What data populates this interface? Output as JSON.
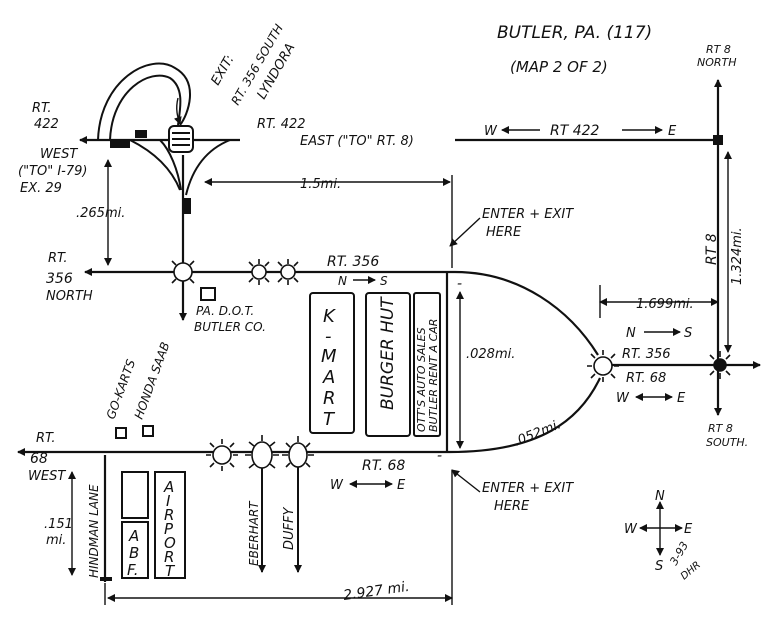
{
  "header": {
    "title": "BUTLER, PA. (117)",
    "subtitle": "(MAP 2 OF 2)"
  },
  "roads": {
    "rt422_west_1": "RT.",
    "rt422_west_2": "422",
    "rt422_west_3": "WEST",
    "rt422_west_4": "(\"TO\" I-79)",
    "rt422_west_5": "EX. 29",
    "rt422_east": "RT. 422",
    "rt422_east_to": "EAST (\"TO\" RT. 8)",
    "rt422_right": "RT 422",
    "rt422_w": "W",
    "rt422_e": "E",
    "exit_1": "EXIT:",
    "exit_2": "RT. 356 SOUTH",
    "exit_3": "LYNDORA",
    "rt8_north_1": "RT 8",
    "rt8_north_2": "NORTH",
    "rt8_south_1": "RT 8",
    "rt8_south_2": "SOUTH.",
    "rt8_mid": "RT 8",
    "rt356_north_1": "RT.",
    "rt356_north_2": "356",
    "rt356_north_3": "NORTH",
    "rt356_mid": "RT. 356",
    "rt356_n": "N",
    "rt356_s": "S",
    "rt356_right": "RT. 356",
    "rt356_right_n": "N",
    "rt356_right_s": "S",
    "rt68_right": "RT. 68",
    "rt68_right_w": "W",
    "rt68_right_e": "E",
    "rt68_west_1": "RT.",
    "rt68_west_2": "68",
    "rt68_west_3": "WEST",
    "rt68_mid": "RT. 68",
    "rt68_w": "W",
    "rt68_e": "E",
    "hindman": "HINDMAN LANE",
    "eberhart": "EBERHART",
    "duffy": "DUFFY"
  },
  "distances": {
    "d_265": ".265mi.",
    "d_15": "1.5mi.",
    "d_1324": "1.324mi.",
    "d_1699": "1.699mi.",
    "d_028": ".028mi.",
    "d_052": ".052mi.",
    "d_151a": ".151",
    "d_151b": "mi.",
    "d_2927": "2.927 mi."
  },
  "places": {
    "padot_1": "PA. D.O.T.",
    "padot_2": "BUTLER CO.",
    "kmart": [
      "K",
      "-",
      "M",
      "A",
      "R",
      "T"
    ],
    "burger": "BURGER HUT",
    "otts": "OTT'S AUTO SALES",
    "butler_rent": "BUTLER RENT A CAR",
    "gokarts": "GO-KARTS",
    "honda": "HONDA SAAB",
    "airport": [
      "A",
      "I",
      "R",
      "P",
      "O",
      "R",
      "T"
    ],
    "abf": [
      "A",
      "B",
      "F."
    ]
  },
  "notes": {
    "enter_top_1": "ENTER + EXIT",
    "enter_top_2": "HERE",
    "enter_bot_1": "ENTER + EXIT",
    "enter_bot_2": "HERE",
    "dash": "-"
  },
  "compass": {
    "n": "N",
    "s": "S",
    "e": "E",
    "w": "W",
    "date": "3-93",
    "initials": "DHR"
  }
}
